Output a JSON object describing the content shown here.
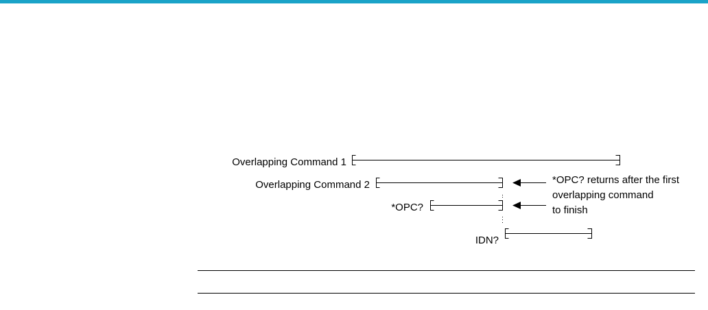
{
  "colors": {
    "accent_bar": "#1aa3c8",
    "ink": "#000000",
    "background": "#ffffff"
  },
  "diagram": {
    "rows": [
      {
        "label": "Overlapping Command 1"
      },
      {
        "label": "Overlapping Command 2"
      },
      {
        "label": "*OPC?"
      },
      {
        "label": "IDN?"
      }
    ],
    "annotation_lines": [
      "*OPC? returns after the first",
      "overlapping command",
      "to finish"
    ]
  }
}
